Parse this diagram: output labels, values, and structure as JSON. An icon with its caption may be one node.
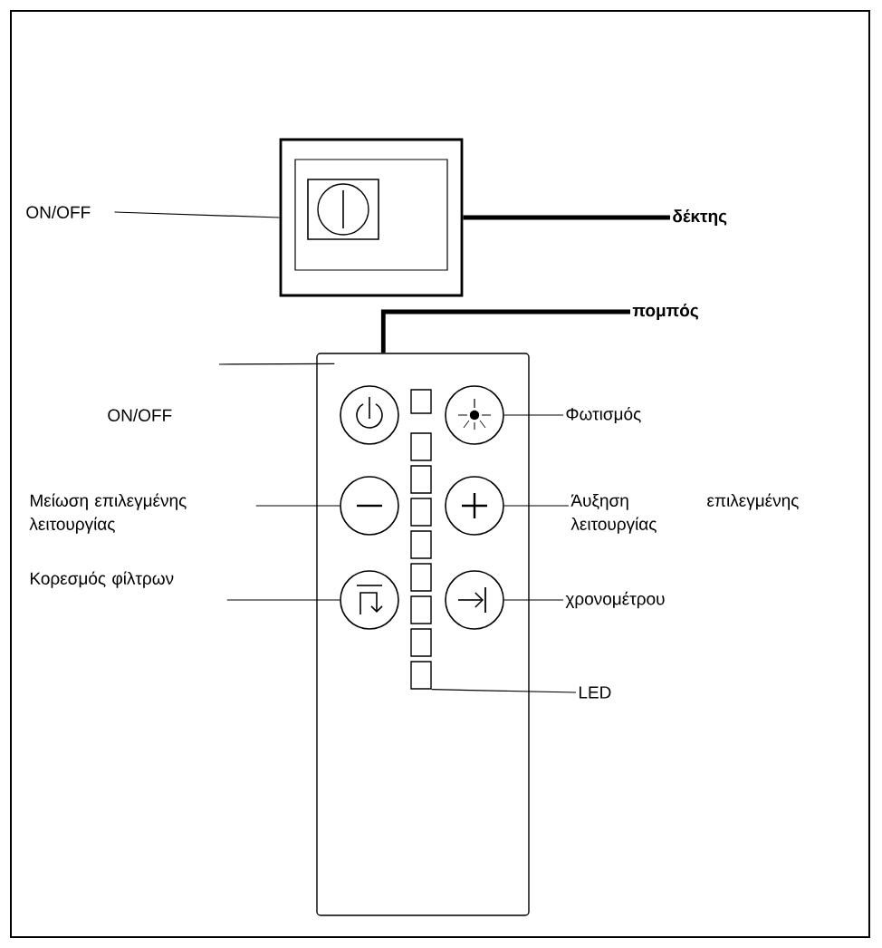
{
  "diagram": {
    "nodes": [
      {
        "text": [
          "ON/OFF"
        ]
      },
      {
        "text": [],
        "shape": "box"
      },
      {
        "text": [
          "δέκτης"
        ]
      },
      {
        "text": [
          "πομπός"
        ]
      },
      {
        "text": [],
        "shape": "box"
      },
      {
        "text": [],
        "shape": "circle",
        "in": 4
      },
      {
        "text": [],
        "shape": "circle",
        "in": 4
      },
      {
        "text": [
          "Φωτισμός"
        ]
      },
      {
        "text": [
          "Μείωση επιλεγμένης λειτουργίας"
        ]
      },
      {
        "text": [],
        "shape": "circle",
        "in": 4
      },
      {
        "text": [],
        "shape": "circle",
        "in": 4
      },
      {
        "text": [
          "Άυξηση επιλεγμένης λειτουργίας"
        ]
      },
      {
        "text": [
          "Κορεσμός φίλτρων"
        ]
      },
      {
        "text": [],
        "shape": "circle",
        "in": 4
      },
      {
        "text": [],
        "shape": "circle",
        "in": 4
      },
      {
        "text": [
          "χρονομέτρου"
        ]
      },
      {
        "text": [],
        "shape": "box",
        "in": 4
      },
      {
        "text": [],
        "shape": "box",
        "in": 4
      },
      {
        "text": [],
        "shape": "box",
        "in": 4
      },
      {
        "text": [],
        "shape": "box",
        "in": 4
      },
      {
        "text": [],
        "shape": "box",
        "in": 4
      },
      {
        "text": [],
        "shape": "box",
        "in": 4
      },
      {
        "text": [],
        "shape": "box",
        "in": 4
      },
      {
        "text": [],
        "shape": "box",
        "in": 4
      },
      {
        "text": [],
        "shape": "box",
        "in": 4
      },
      {
        "text": [
          "LED"
        ]
      }
    ],
    "edges": [
      {
        "from": 0,
        "to": 1,
        "arrow": "none"
      },
      {
        "from": 1,
        "to": 2,
        "arrow": "none",
        "style": "thick"
      },
      {
        "from": 4,
        "to": 3,
        "arrow": "none",
        "style": "thick"
      },
      {
        "from": null,
        "to": 4,
        "arrow": "none"
      },
      {
        "from": 6,
        "to": 7,
        "arrow": "none"
      },
      {
        "from": 8,
        "to": 9,
        "arrow": "none"
      },
      {
        "from": 10,
        "to": 11,
        "arrow": "none"
      },
      {
        "from": 12,
        "to": 13,
        "arrow": "none"
      },
      {
        "from": 14,
        "to": 15,
        "arrow": "none"
      },
      {
        "from": 24,
        "to": 25,
        "arrow": "none"
      }
    ],
    "labels": [
      "ON/OFF"
    ]
  }
}
